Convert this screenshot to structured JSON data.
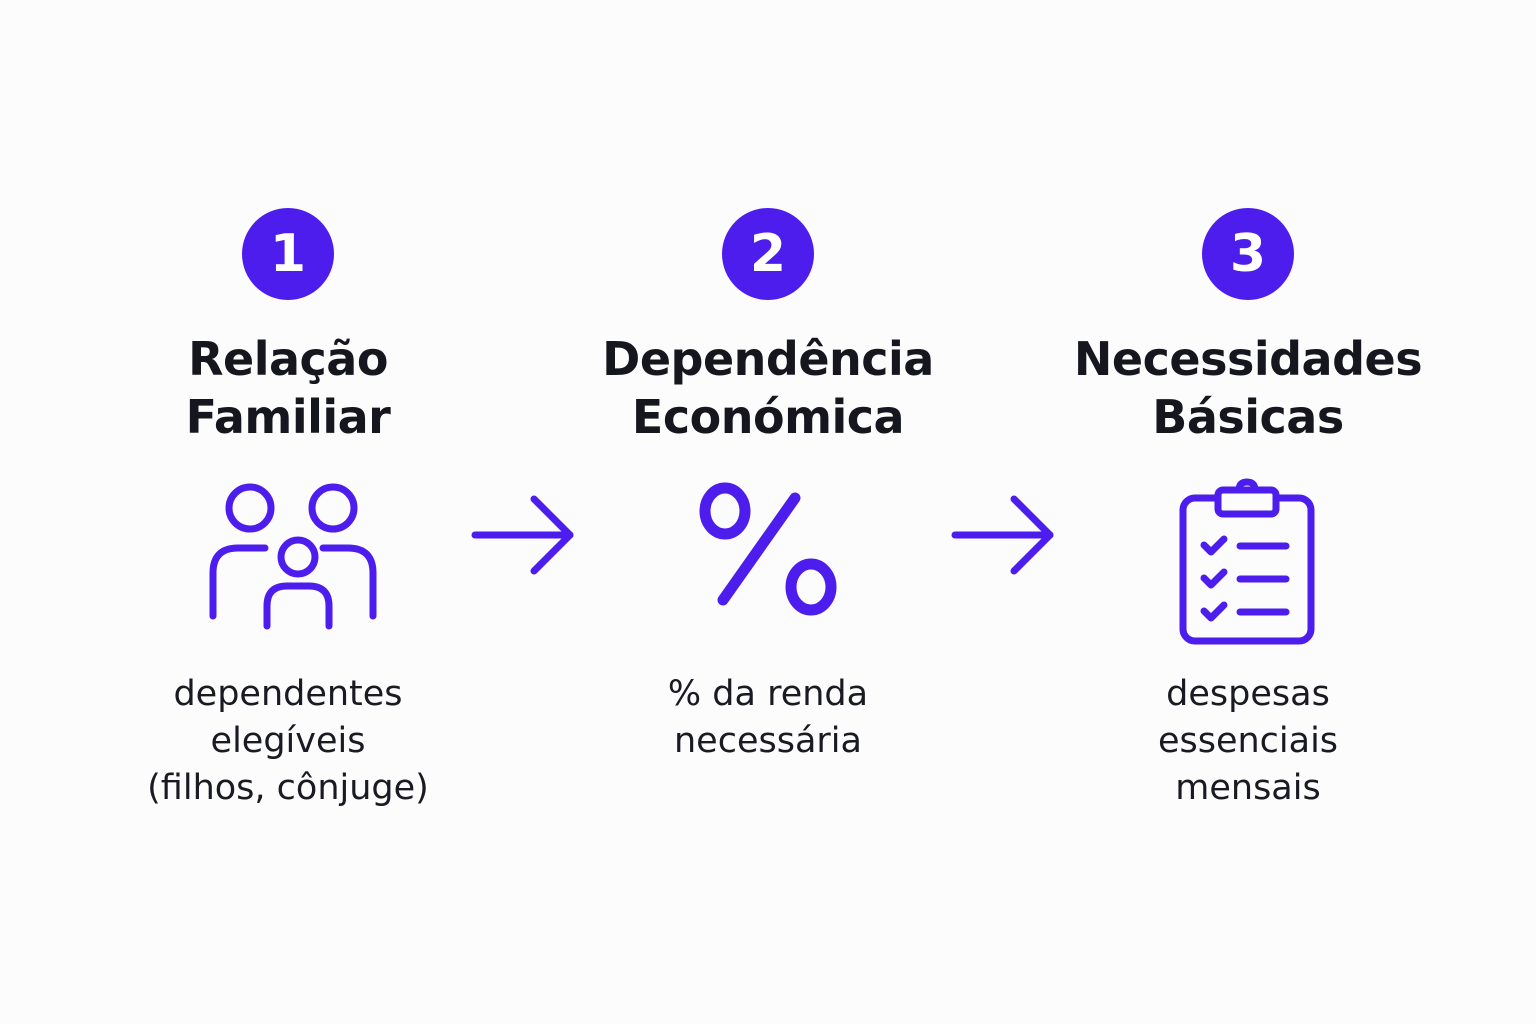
{
  "accent_color": "#4d1ded",
  "steps": [
    {
      "number": "1",
      "title_lines": [
        "Relação",
        "Familiar"
      ],
      "icon": "family-icon",
      "desc_lines": [
        "dependentes",
        "elegíveis",
        "(filhos, cônjuge)"
      ]
    },
    {
      "number": "2",
      "title_lines": [
        "Dependência",
        "Económica"
      ],
      "icon": "percent-icon",
      "desc_lines": [
        "% da renda",
        "necessária"
      ]
    },
    {
      "number": "3",
      "title_lines": [
        "Necessidades",
        "Básicas"
      ],
      "icon": "clipboard-checklist-icon",
      "desc_lines": [
        "despesas",
        "essenciais",
        "mensais"
      ]
    }
  ],
  "connectors": [
    "arrow-right-icon",
    "arrow-right-icon"
  ]
}
